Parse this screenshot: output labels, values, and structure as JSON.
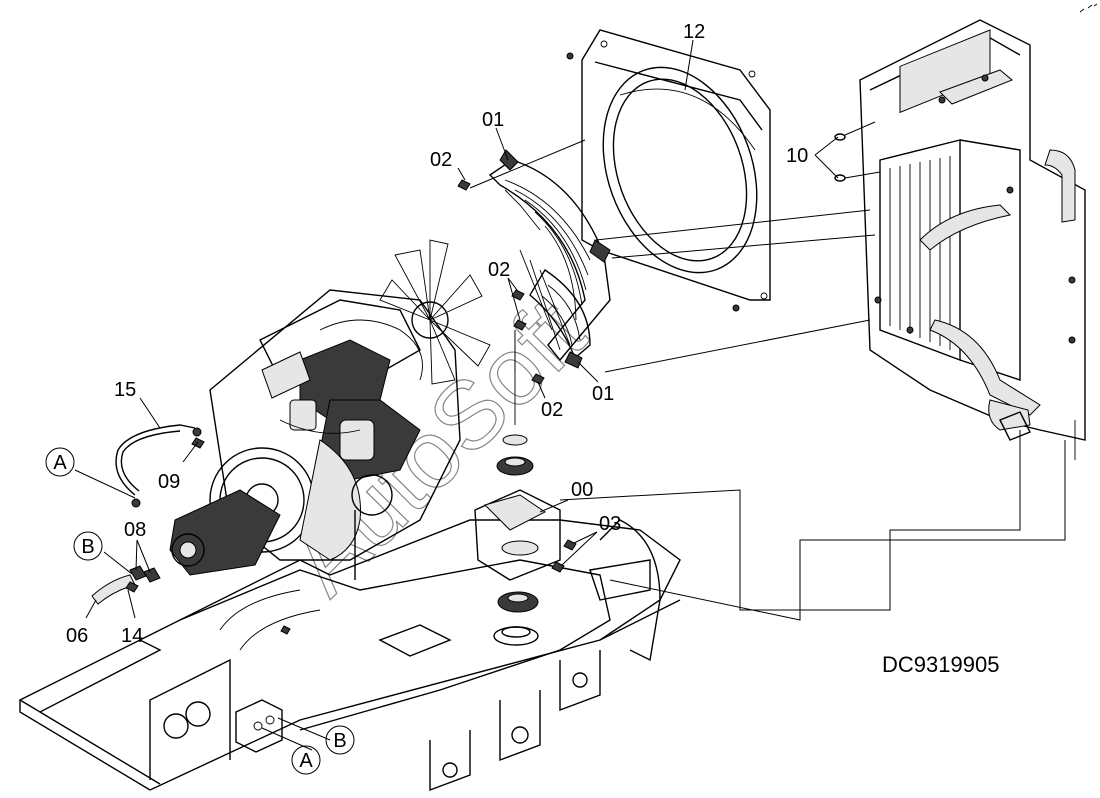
{
  "drawing_code": "DC9319905",
  "watermark_text": "AutoSoft",
  "callouts": {
    "c00": "00",
    "c01a": "01",
    "c01b": "01",
    "c02a": "02",
    "c02b": "02",
    "c02c": "02",
    "c03": "03",
    "c06": "06",
    "c08": "08",
    "c09": "09",
    "c10": "10",
    "c12": "12",
    "c14": "14",
    "c15": "15"
  },
  "circle_refs": {
    "a_left": "A",
    "b_left": "B",
    "a_bottom": "A",
    "b_bottom": "B"
  }
}
